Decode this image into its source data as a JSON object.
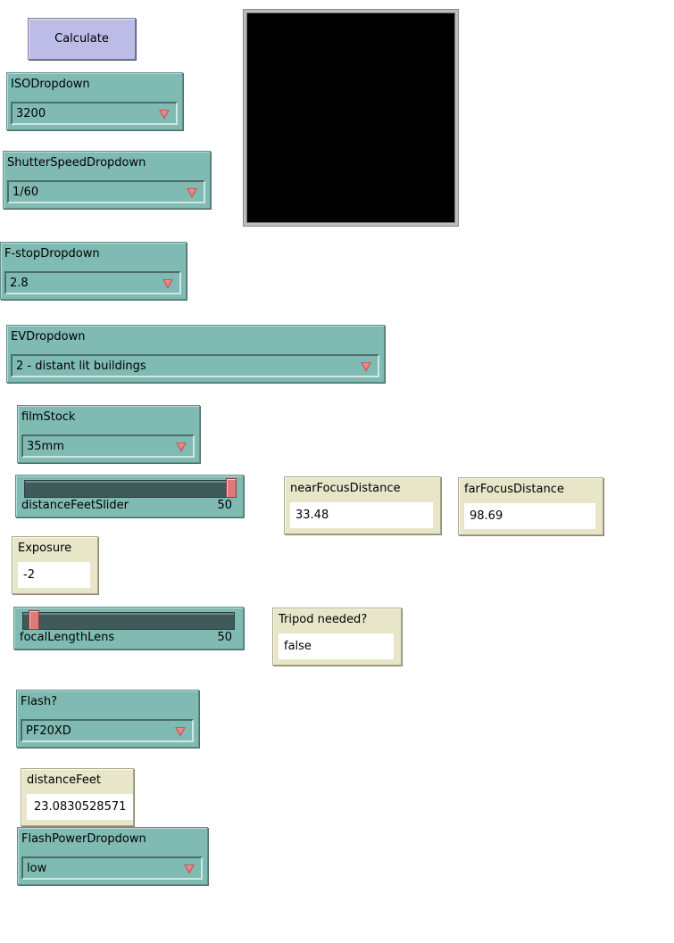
{
  "calculate_button": {
    "label": "Calculate"
  },
  "iso": {
    "label": "ISODropdown",
    "value": "3200"
  },
  "shutter": {
    "label": "ShutterSpeedDropdown",
    "value": "1/60"
  },
  "fstop": {
    "label": "F-stopDropdown",
    "value": "2.8"
  },
  "ev": {
    "label": "EVDropdown",
    "value": "2 - distant lit buildings"
  },
  "film": {
    "label": "filmStock",
    "value": "35mm"
  },
  "distance_slider": {
    "label": "distanceFeetSlider",
    "value": "50",
    "fraction": 1.0
  },
  "near_focus": {
    "label": "nearFocusDistance",
    "value": "33.48"
  },
  "far_focus": {
    "label": "farFocusDistance",
    "value": "98.69"
  },
  "exposure": {
    "label": "Exposure",
    "value": "-2"
  },
  "focal_slider": {
    "label": "focalLengthLens",
    "value": "50",
    "fraction": 0.03
  },
  "tripod": {
    "label": "Tripod needed?",
    "value": "false"
  },
  "flash": {
    "label": "Flash?",
    "value": "PF20XD"
  },
  "distance_feet": {
    "label": "distanceFeet",
    "value": "23.0830528571"
  },
  "flash_power": {
    "label": "FlashPowerDropdown",
    "value": "low"
  },
  "colors": {
    "chooser": "#7fbbb3",
    "button": "#bcbce6",
    "monitor": "#e8e6c8",
    "thumb": "#e07a7a",
    "arrow": "#c85a5a",
    "view": "#000000"
  }
}
